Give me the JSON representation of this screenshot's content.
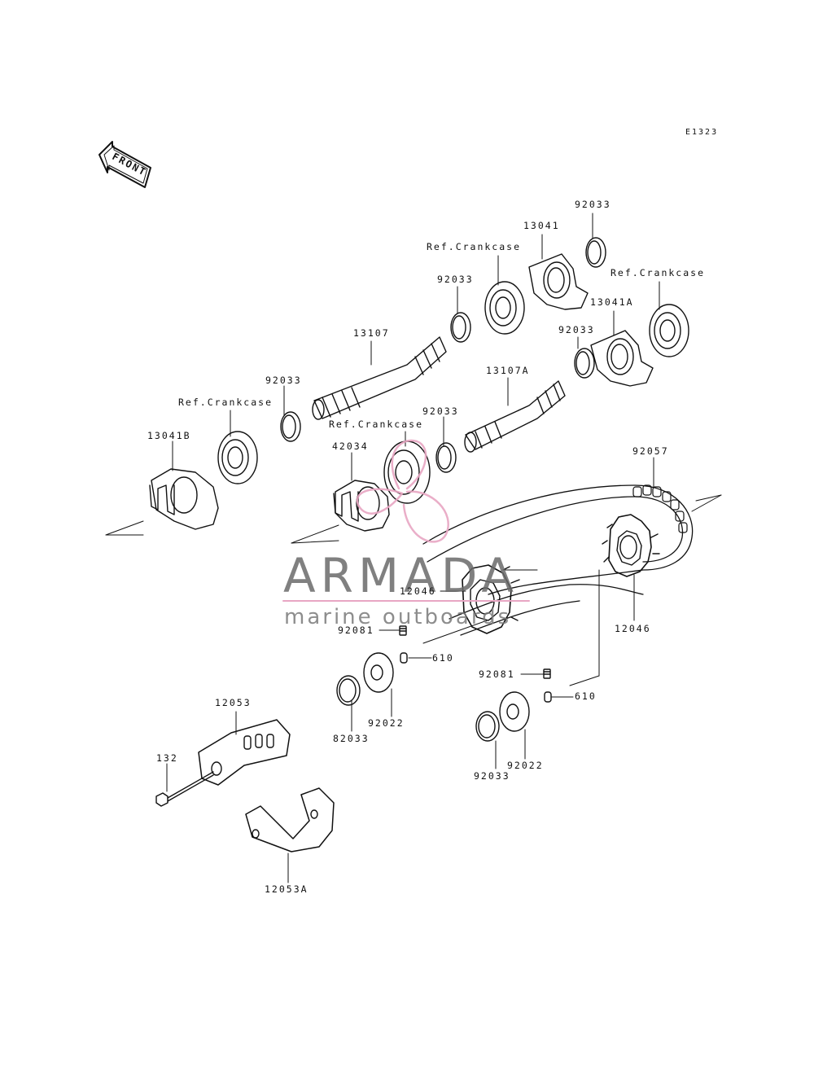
{
  "diagram_code": "E1323",
  "front_label": "FRONT",
  "watermark": {
    "title": "ARMADA",
    "subtitle": "marine outboards",
    "accent": "#e8a6c3"
  },
  "labels": {
    "p92033_top": "92033",
    "p13041": "13041",
    "ref_crankcase_top": "Ref.Crankcase",
    "ref_crankcase_right": "Ref.Crankcase",
    "p92033_mid": "92033",
    "p13041A": "13041A",
    "p13107": "13107",
    "p92033_right": "92033",
    "p13107A": "13107A",
    "p92033_left": "92033",
    "ref_crankcase_left": "Ref.Crankcase",
    "p92033_center": "92033",
    "ref_crankcase_center": "Ref.Crankcase",
    "p13041B": "13041B",
    "p42034": "42034",
    "p92057": "92057",
    "p12046_left": "12046",
    "p12046_right": "12046",
    "p92081_left": "92081",
    "p610_left": "610",
    "p92081_right": "92081",
    "p610_right": "610",
    "p12053": "12053",
    "p132": "132",
    "p82033": "82033",
    "p92022_left": "92022",
    "p92033_bottom": "92033",
    "p92022_right": "92022",
    "p12053A": "12053A"
  }
}
